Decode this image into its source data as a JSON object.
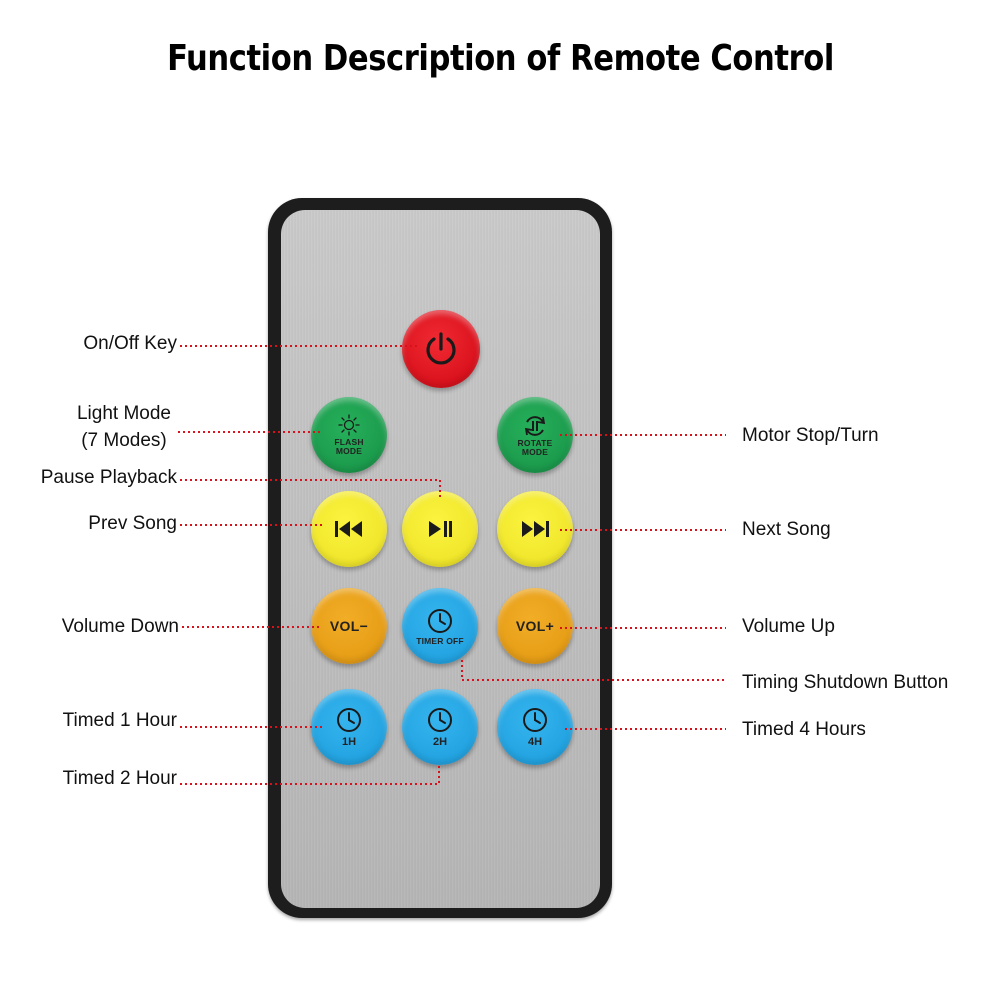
{
  "title": "Function Description of Remote Control",
  "buttons": {
    "flash": "FLASH\nMODE",
    "rotate": "ROTATE\nMODE",
    "vol_down": "VOL−",
    "vol_up": "VOL+",
    "timer_off": "TIMER OFF",
    "hour_1": "1H",
    "hour_2": "2H",
    "hour_4": "4H"
  },
  "labels": {
    "on_off": "On/Off Key",
    "light_mode_1": "Light Mode",
    "light_mode_2": "(7 Modes)",
    "pause_playback": "Pause Playback",
    "prev_song": "Prev Song",
    "volume_down": "Volume Down",
    "timed_1_hour": "Timed 1 Hour",
    "timed_2_hour": "Timed 2 Hour",
    "motor_stop_turn": "Motor Stop/Turn",
    "next_song": "Next Song",
    "volume_up": "Volume Up",
    "timing_shutdown": "Timing Shutdown Button",
    "timed_4_hours": "Timed 4 Hours"
  },
  "colors": {
    "power": "#d9111c",
    "mode": "#1b9a4c",
    "playback": "#f0e62b",
    "volume": "#e69d16",
    "timer": "#22a3e1",
    "leader_line": "#d9111c",
    "remote_body": "#1d1d1d",
    "remote_face": "#bdbdbd"
  },
  "icons": {
    "power": "power-icon",
    "flash": "sun-icon",
    "rotate": "rotate-pause-icon",
    "prev": "skip-previous-icon",
    "play_pause": "play-pause-icon",
    "next": "skip-next-icon",
    "clock": "clock-icon"
  }
}
